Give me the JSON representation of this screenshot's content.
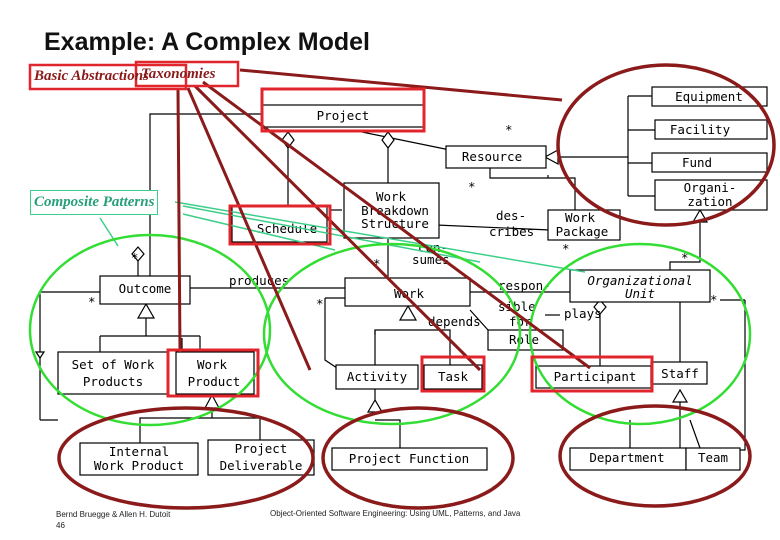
{
  "title": "Example: A Complex Model",
  "labels": {
    "basic_abstractions": "Basic Abstractions",
    "taxonomies": "Taxonomies",
    "composite_patterns": "Composite Patterns"
  },
  "classes": {
    "equipment": "Equipment",
    "project": "Project",
    "facility": "Facility",
    "resource": "Resource",
    "fund": "Fund",
    "organization_1": "Organi-",
    "organization_2": "zation",
    "wbs_1": "Work",
    "wbs_2": "Breakdown",
    "wbs_3": "Structure",
    "schedule": "Schedule",
    "work_package_1": "Work",
    "work_package_2": "Package",
    "outcome": "Outcome",
    "work": "Work",
    "org_unit_1": "Organizational",
    "org_unit_2": "Unit",
    "role": "Role",
    "set_of_work_products_1": "Set of Work",
    "set_of_work_products_2": "Products",
    "work_product_1": "Work",
    "work_product_2": "Product",
    "activity": "Activity",
    "task": "Task",
    "participant": "Participant",
    "staff": "Staff",
    "internal_work_product_1": "Internal",
    "internal_work_product_2": "Work Product",
    "project_deliverable_1": "Project",
    "project_deliverable_2": "Deliverable",
    "project_function": "Project Function",
    "department": "Department",
    "team": "Team"
  },
  "associations": {
    "produces": "produces",
    "consumes_1": "con-",
    "consumes_2": "sumes",
    "describes_1": "des-",
    "describes_2": "cribes",
    "responsible_1": "respon-",
    "responsible_2": "sible",
    "for": "for",
    "depends": "depends",
    "plays": "plays",
    "multiplicity": "*"
  },
  "footer": {
    "authors": "Bernd Bruegge & Allen H. Dutoit",
    "page": "46",
    "book": "Object-Oriented Software Engineering: Using UML, Patterns, and Java"
  },
  "colors": {
    "highlight_red": "#e0262c",
    "pointer_maroon": "#8b1a1a",
    "pattern_green": "#33dd33",
    "label_teal": "#27a07a",
    "callout_green": "#3ccf8a"
  }
}
